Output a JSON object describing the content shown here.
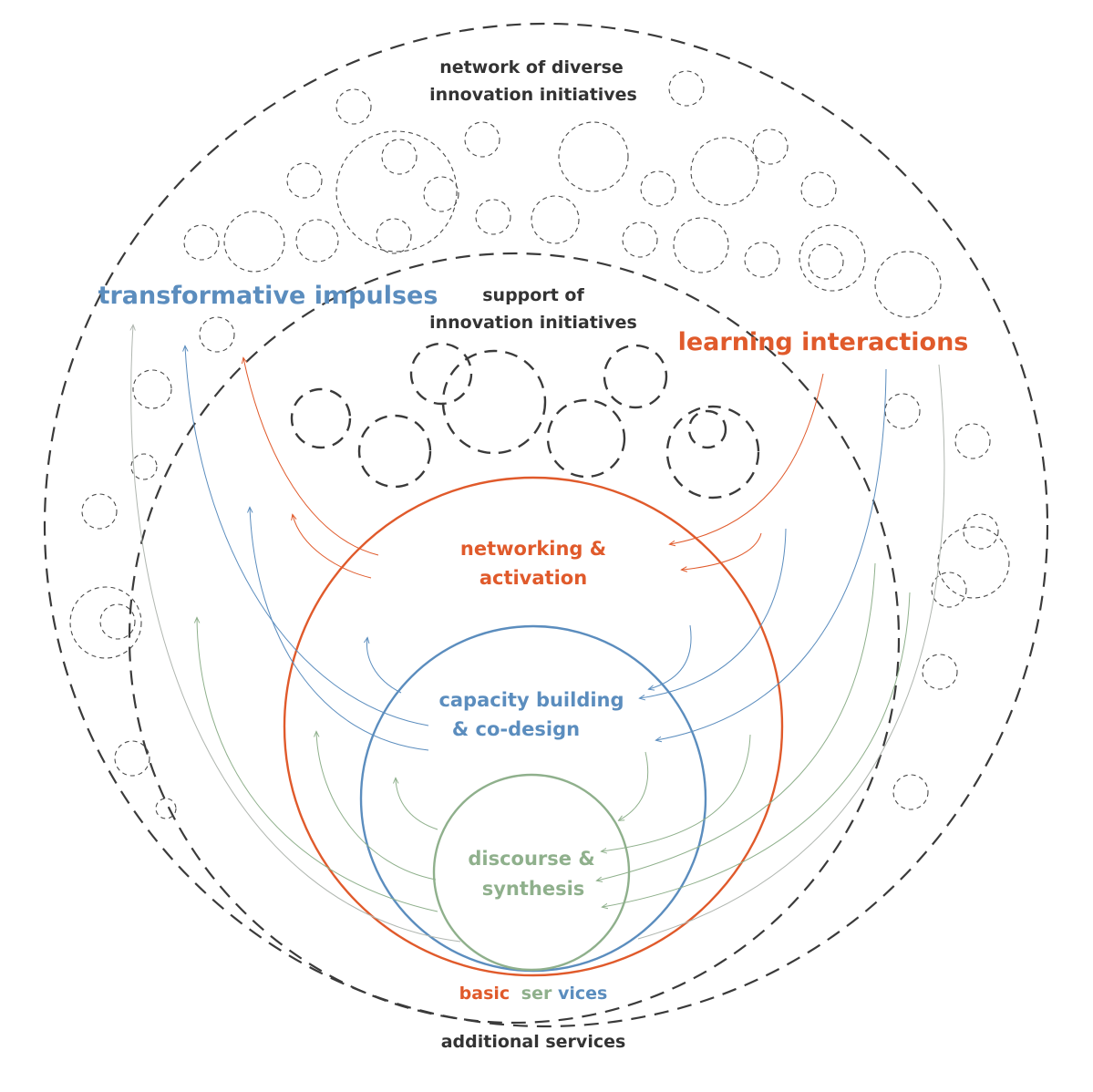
{
  "colors": {
    "orange": "#e05a2b",
    "blue": "#5b8dbe",
    "green": "#8fb08c",
    "gray": "#b0b6b0",
    "dark": "#333333"
  },
  "labels": {
    "outer_network_line1": "network of diverse",
    "outer_network_line2": "innovation initiatives",
    "support_line1": "support of",
    "support_line2": "innovation initiatives",
    "transformative_impulses": "transformative impulses",
    "learning_interactions": "learning interactions",
    "networking_line1": "networking &",
    "networking_line2": "activation",
    "capacity_line1": "capacity building",
    "capacity_line2": "& co-design",
    "discourse_line1": "discourse &",
    "discourse_line2": "synthesis",
    "basic_part1": "basic",
    "basic_part2": "ser",
    "basic_part3": "vices",
    "additional_services": "additional services"
  }
}
